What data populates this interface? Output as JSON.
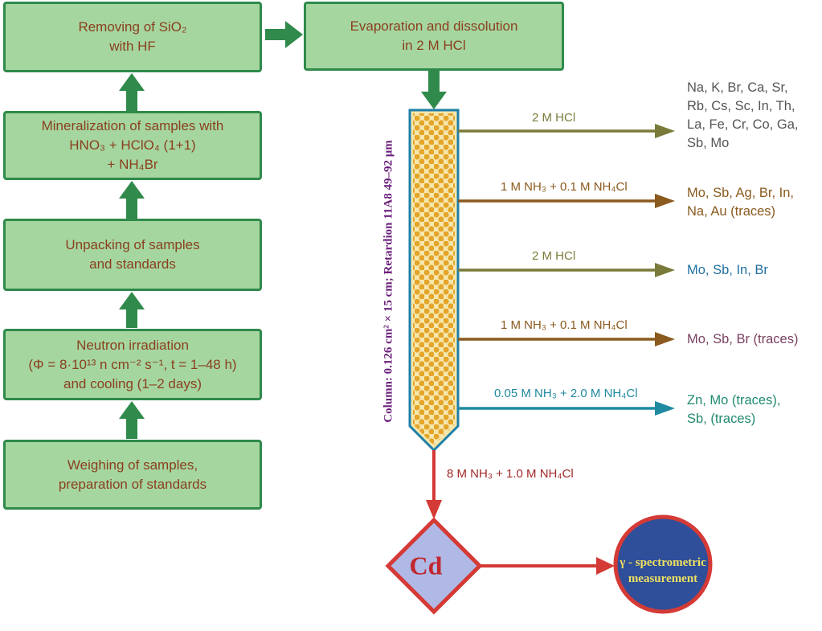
{
  "colors": {
    "box_fill": "#a5d6a0",
    "box_border": "#2f8a4b",
    "box_text": "#8b3f1e",
    "column_fill": "#f5e7ad",
    "column_dots": "#e5a52a",
    "column_border": "#1f7fa8",
    "olive_arrow": "#7a7a3a",
    "brown_arrow": "#8a5a1e",
    "teal_arrow": "#1f8aa0",
    "red_arrow": "#d43a36",
    "circle_fill": "#2f4f9a",
    "diamond_fill": "#b0b8e6"
  },
  "flow_boxes": [
    {
      "lines": [
        "Weighing of samples,",
        "preparation of standards"
      ]
    },
    {
      "lines": [
        "Neutron irradiation",
        "(Φ = 8·10¹³ n cm⁻² s⁻¹, t = 1–48 h)",
        "and cooling (1–2 days)"
      ]
    },
    {
      "lines": [
        "Unpacking of samples",
        "and standards"
      ]
    },
    {
      "lines": [
        "Mineralization of samples with",
        "HNO₃ + HClO₄ (1+1)",
        "+ NH₄Br"
      ]
    },
    {
      "lines": [
        "Removing of SiO₂",
        "with HF"
      ]
    },
    {
      "lines": [
        "Evaporation and dissolution",
        "in 2 M HCl"
      ]
    }
  ],
  "column_label": "Column: 0.126 cm² × 15 cm; Retardion 11A8 49–92 μm",
  "elution_steps": [
    {
      "eluent": "2 M  HCl",
      "result_lines": [
        "Na, K, Br, Ca, Sr,",
        "Rb, Cs, Sc, In, Th,",
        "La, Fe, Cr, Co, Ga,",
        "Sb, Mo"
      ],
      "color": "#7a7a3a",
      "text_color": "#555555"
    },
    {
      "eluent": "1 M NH₃ + 0.1 M NH₄Cl",
      "result_lines": [
        "Mo, Sb, Ag, Br, In,",
        "Na, Au (traces)"
      ],
      "color": "#8a5a1e",
      "text_color": "#8a5a1e"
    },
    {
      "eluent": "2 M  HCl",
      "result_lines": [
        "Mo, Sb, In, Br"
      ],
      "color": "#7a7a3a",
      "text_color": "#1f6fa0"
    },
    {
      "eluent": "1 M NH₃ + 0.1 M NH₄Cl",
      "result_lines": [
        "Mo, Sb, Br (traces)"
      ],
      "color": "#8a5a1e",
      "text_color": "#7a4060"
    },
    {
      "eluent": "0.05 M NH₃ + 2.0 M NH₄Cl",
      "result_lines": [
        "Zn, Mo (traces),",
        "Sb, (traces)"
      ],
      "color": "#1f8aa0",
      "text_color": "#1f8a70"
    }
  ],
  "final_eluent": "8 M NH₃ + 1.0 M NH₄Cl",
  "cd_label": "Cd",
  "gamma_lines": [
    "γ - spectrometric",
    "measurement"
  ]
}
